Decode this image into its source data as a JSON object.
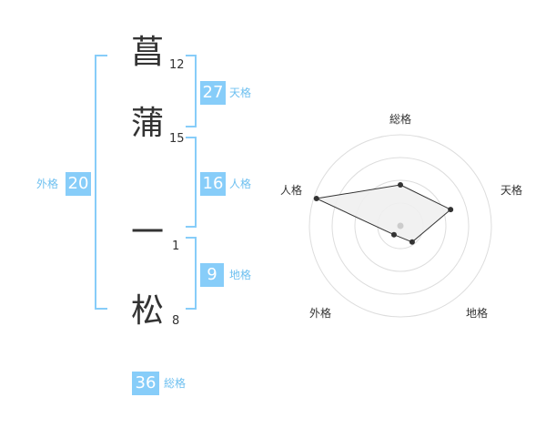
{
  "name_chars": [
    {
      "char": "菖",
      "strokes": "12"
    },
    {
      "char": "蒲",
      "strokes": "15"
    },
    {
      "char": "一",
      "strokes": "1"
    },
    {
      "char": "松",
      "strokes": "8"
    }
  ],
  "kakusu": {
    "tenkaku": {
      "value": "27",
      "label": "天格"
    },
    "jinkaku": {
      "value": "16",
      "label": "人格"
    },
    "chikaku": {
      "value": "9",
      "label": "地格"
    },
    "gaikaku": {
      "value": "20",
      "label": "外格"
    },
    "soukaku": {
      "value": "36",
      "label": "総格"
    }
  },
  "colors": {
    "accent": "#87cdf9",
    "label": "#6ec0f0",
    "text": "#333333"
  },
  "chart_data": {
    "type": "radar",
    "axes": [
      "総格",
      "天格",
      "地格",
      "外格",
      "人格"
    ],
    "values": [
      0.45,
      0.58,
      0.22,
      0.12,
      0.97
    ],
    "grid_rings": 4,
    "fill": "#f0f0f0",
    "stroke": "#333333"
  }
}
